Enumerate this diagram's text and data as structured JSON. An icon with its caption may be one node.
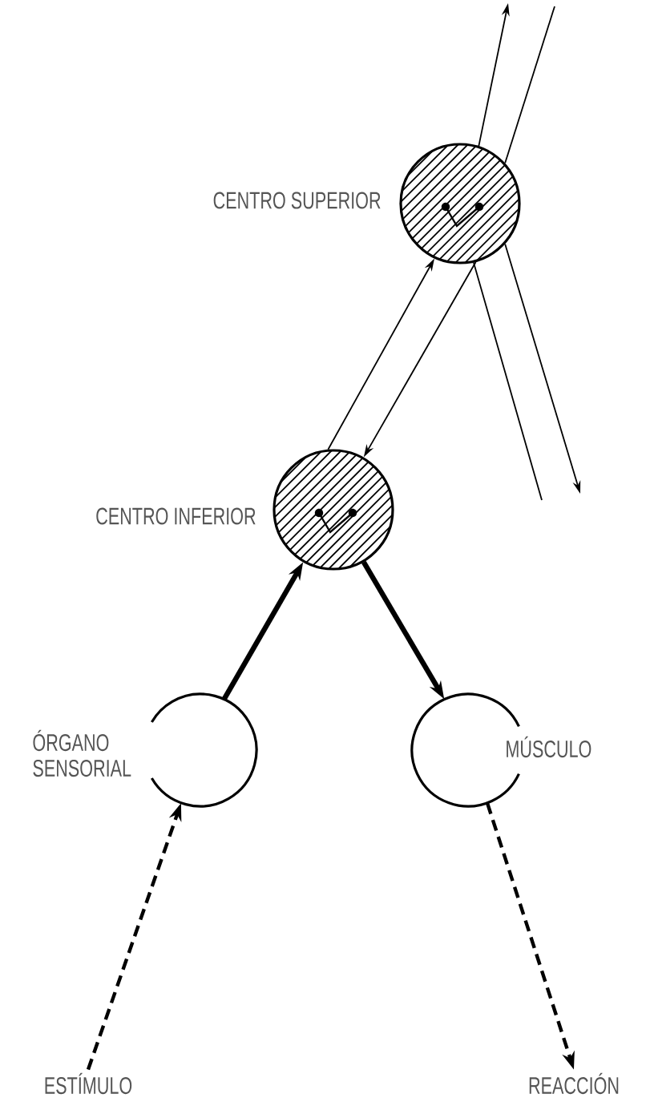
{
  "diagram": {
    "nodes": [
      {
        "text": [
          "CENTRO SUPERIOR"
        ]
      },
      {
        "text": [
          "CENTRO INFERIOR"
        ]
      },
      {
        "text": [
          "ÓRGANO SENSORIAL"
        ]
      },
      {
        "text": [
          "MÚSCULO"
        ]
      },
      {
        "text": [
          "ESTÍMULO"
        ]
      },
      {
        "text": [
          "REACCIÓN"
        ]
      }
    ],
    "edges": [
      {
        "from": 4,
        "to": 2,
        "arrow": "to",
        "style": "dashed"
      },
      {
        "from": 2,
        "to": 1,
        "arrow": "to",
        "style": "thick"
      },
      {
        "from": 1,
        "to": 3,
        "arrow": "to",
        "style": "thick"
      },
      {
        "from": 3,
        "to": 5,
        "arrow": "to",
        "style": "dashed"
      },
      {
        "from": 1,
        "to": 0,
        "arrow": "to"
      },
      {
        "from": 0,
        "to": 1,
        "arrow": "to"
      },
      {
        "from": 0,
        "to": null,
        "arrow": "to"
      },
      {
        "from": null,
        "to": 0,
        "arrow": "none"
      },
      {
        "from": 0,
        "to": null,
        "arrow": "none"
      },
      {
        "from": 0,
        "to": null,
        "arrow": "to"
      }
    ]
  }
}
